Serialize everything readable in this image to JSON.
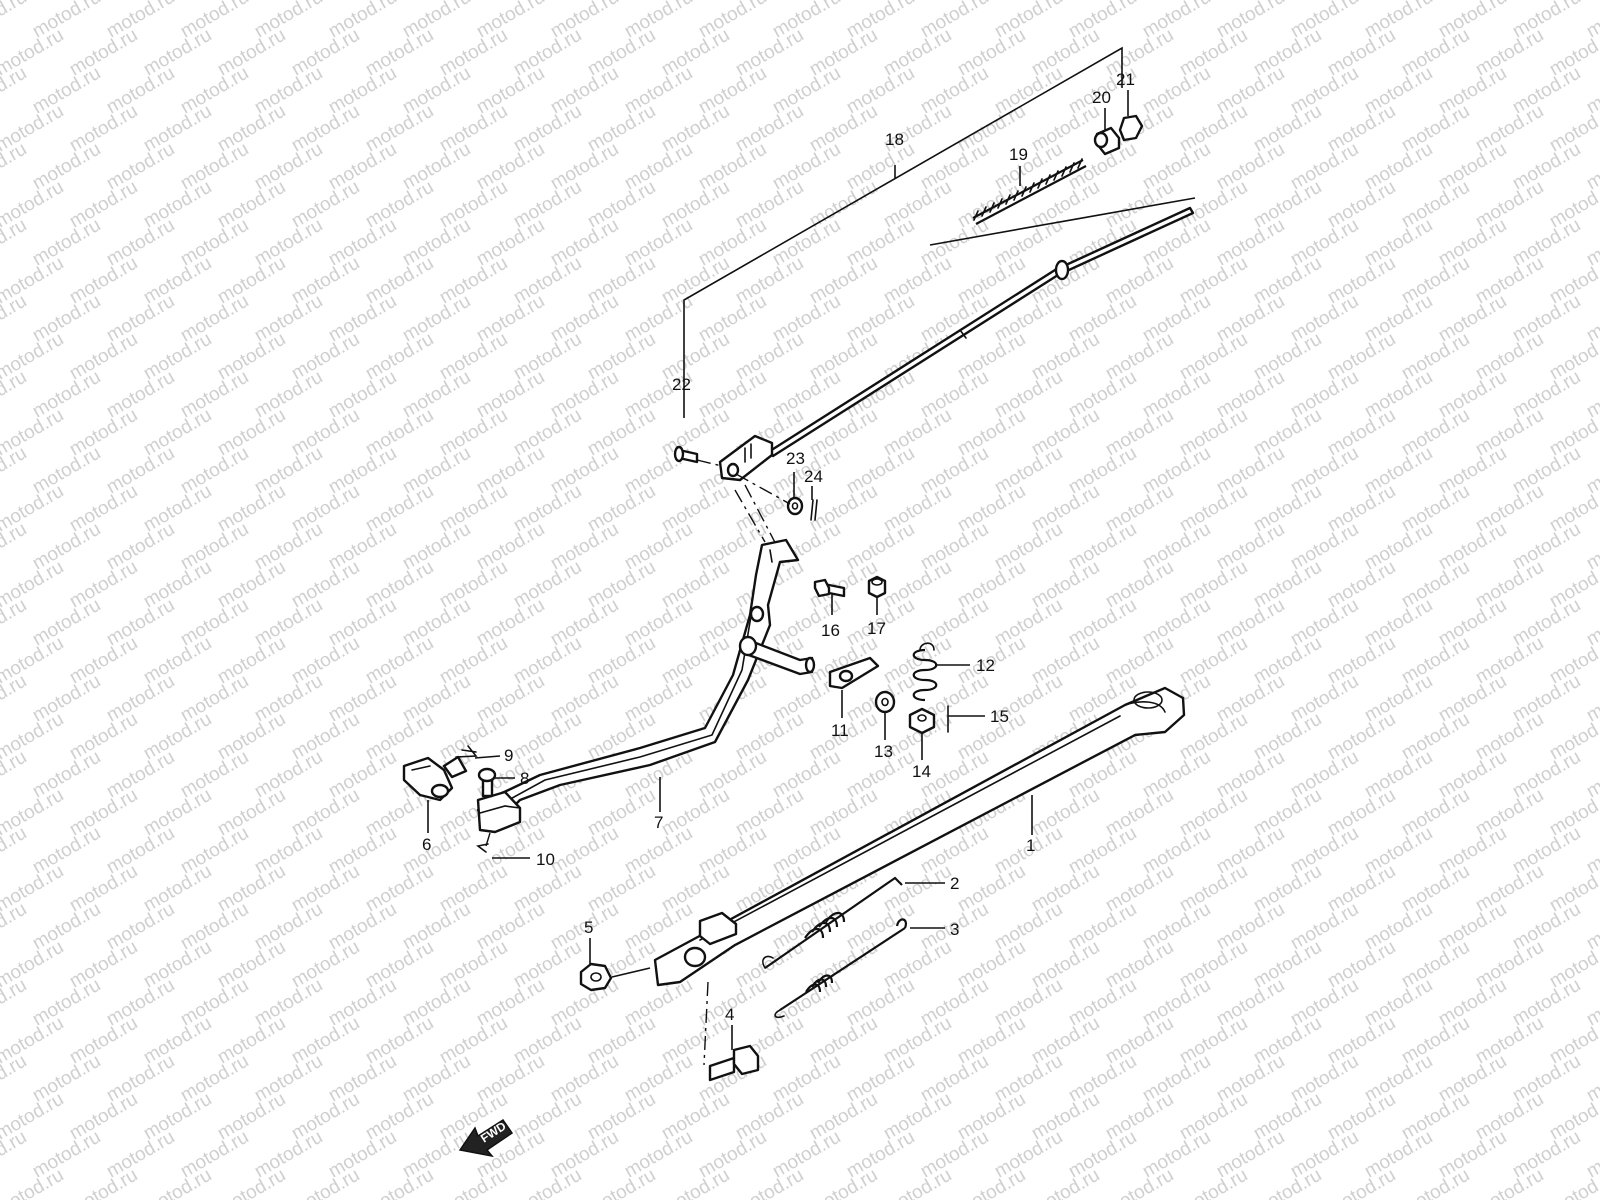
{
  "watermark": "motod.ru",
  "direction_badge": "FWD",
  "callouts": [
    "1",
    "2",
    "3",
    "4",
    "5",
    "6",
    "7",
    "8",
    "9",
    "10",
    "11",
    "12",
    "13",
    "14",
    "15",
    "16",
    "17",
    "18",
    "19",
    "20",
    "21",
    "22",
    "23",
    "24"
  ],
  "colors": {
    "line": "#111111",
    "watermark": "#cfcfcf",
    "background": "#ffffff"
  }
}
